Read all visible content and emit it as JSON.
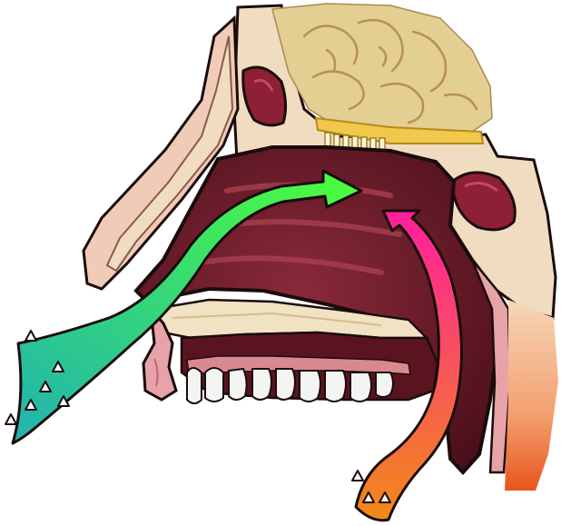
{
  "figure": {
    "subject": "sagittal-section-nasal-oral-cavity",
    "colors": {
      "background": "#ffffff",
      "brain": "#e3cf92",
      "brain_fold": "#b8924f",
      "bone": "#f0dcc0",
      "skin": "#f0cbb8",
      "soft_tissue": "#e7a3a8",
      "cavity": "#5a1420",
      "cavity_mid": "#7a2232",
      "sinus": "#8d2034",
      "olfactory_bulb": "#f1c84c",
      "teeth": "#f4f4f2",
      "gum": "#d9888f",
      "orthonasal_arrow_start": "#21b3b0",
      "orthonasal_arrow_end": "#4dff3a",
      "retronasal_arrow_start": "#f28a18",
      "retronasal_arrow_end": "#ff1e9c",
      "odor_particle": "#ffffff",
      "outline": "#1a0c0c"
    },
    "pathways": [
      {
        "name": "orthonasal-arrow",
        "entry": "nostril"
      },
      {
        "name": "retronasal-arrow",
        "entry": "throat"
      }
    ],
    "odor_particle_groups": [
      {
        "name": "nostril-odor-particles",
        "count": 6
      },
      {
        "name": "throat-odor-particles",
        "count": 3
      }
    ]
  }
}
